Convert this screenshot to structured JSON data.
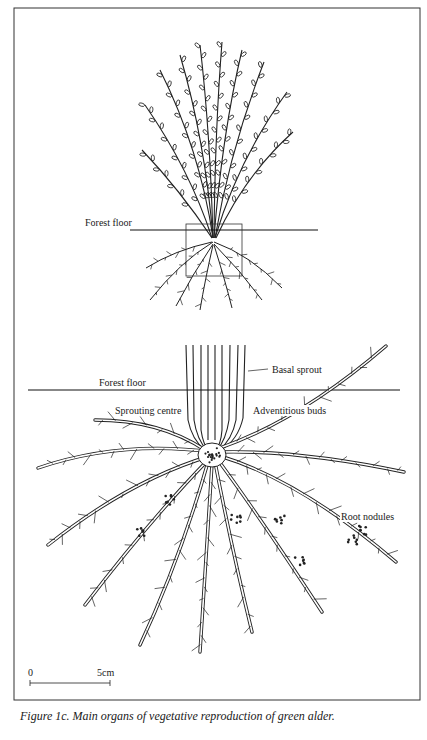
{
  "diagram": {
    "caption": "Figure 1c. Main organs of vegetative reproduction of green alder.",
    "labels": [
      "Forest floor",
      "Forest floor",
      "Basal sprout",
      "Sprouting centre",
      "Adventitious buds",
      "Root nodules",
      "0",
      "5cm"
    ]
  }
}
